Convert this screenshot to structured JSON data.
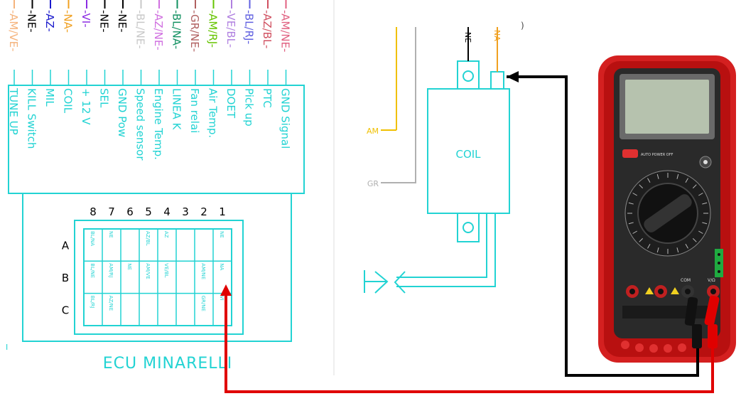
{
  "ecu": {
    "title": "ECU MINARELLI",
    "wires": [
      {
        "code": "AM/VE",
        "func": "TUNE UP",
        "color": "#f5b37c"
      },
      {
        "code": "NE",
        "func": "KILL Switch",
        "color": "#000000"
      },
      {
        "code": "AZ",
        "func": "MIL",
        "color": "#1a1acc"
      },
      {
        "code": "NA",
        "func": "COIL",
        "color": "#f0a020"
      },
      {
        "code": "VI",
        "func": "+ 12 V",
        "color": "#8a2be2"
      },
      {
        "code": "NE",
        "func": "SEL",
        "color": "#000000"
      },
      {
        "code": "NE",
        "func": "GND Pow",
        "color": "#000000"
      },
      {
        "code": "BL/NE",
        "func": "Speed sensor",
        "color": "#c8c8c8"
      },
      {
        "code": "AZ/NE",
        "func": "Engine Temp.",
        "color": "#d070e0"
      },
      {
        "code": "BL/NA",
        "func": "LINEA K",
        "color": "#109060"
      },
      {
        "code": "GR/NE",
        "func": "Fan relai",
        "color": "#b06060"
      },
      {
        "code": "AM/RJ",
        "func": "Air Temp.",
        "color": "#66c400"
      },
      {
        "code": "VE/BL",
        "func": "DOET",
        "color": "#b080e0"
      },
      {
        "code": "BL/RJ",
        "func": "Pick up",
        "color": "#6060e0"
      },
      {
        "code": "AZ/BL",
        "func": "PTC",
        "color": "#d05060"
      },
      {
        "code": "AM/NE",
        "func": "GND Signal",
        "color": "#e06080"
      }
    ],
    "connector": {
      "columns": [
        "8",
        "7",
        "6",
        "5",
        "4",
        "3",
        "2",
        "1"
      ],
      "rows": [
        "A",
        "B",
        "C"
      ],
      "cells": [
        [
          "BL/NA",
          "NE",
          "",
          "AZ/BL",
          "AZ",
          "",
          "",
          "NE"
        ],
        [
          "BL/NE",
          "AM/RJ",
          "NE",
          "AM/VE",
          "VE/BL",
          "",
          "AM/NE",
          "NA"
        ],
        [
          "BL/RJ",
          "AZ/NE",
          "",
          "",
          "",
          "",
          "GR/NE",
          "VI"
        ]
      ]
    }
  },
  "coil": {
    "label": "COIL",
    "top_wires": [
      {
        "code": "NE",
        "color": "#000000"
      },
      {
        "code": "NA",
        "color": "#f0a020"
      }
    ],
    "side_wires": [
      {
        "code": "AM",
        "color": "#f0c000"
      },
      {
        "code": "GR",
        "color": "#b0b0b0"
      }
    ]
  },
  "multimeter": {
    "lcd_text": "",
    "brand_label": "AUTO POWER OFF",
    "jack_labels": [
      "COM",
      "V/Ω"
    ]
  },
  "colors": {
    "diagram_line": "#22d3d3",
    "test_lead_red": "#e00000",
    "test_lead_black": "#000000",
    "meter_body": "#d42020"
  }
}
